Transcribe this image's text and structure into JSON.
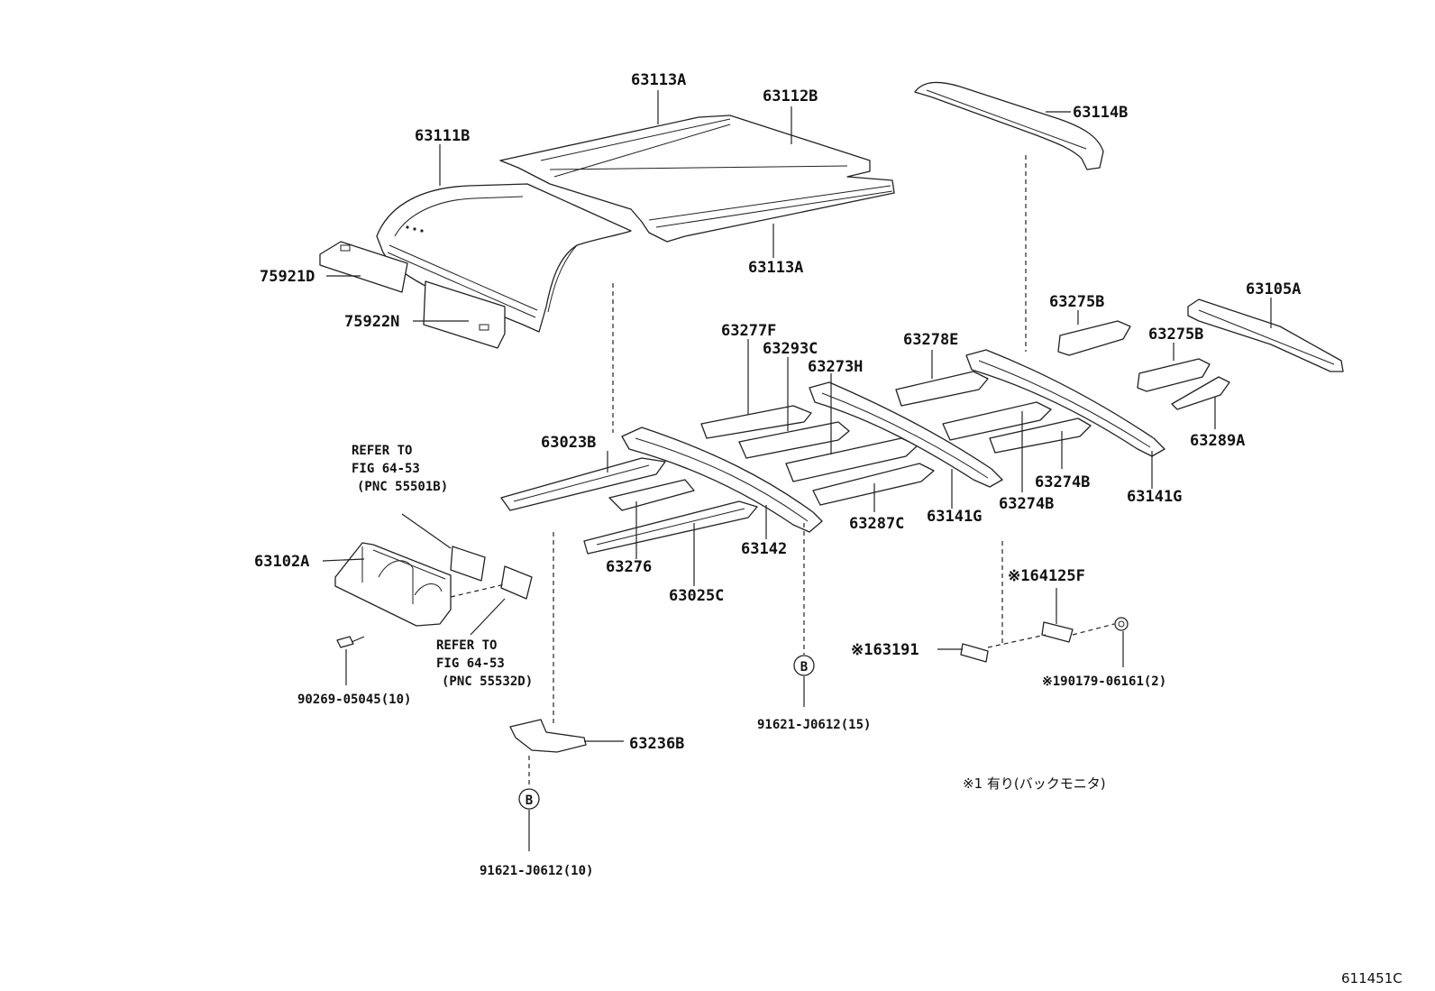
{
  "labels": {
    "p63113A_top": "63113A",
    "p63112B": "63112B",
    "p63114B": "63114B",
    "p63111B": "63111B",
    "p63113A_bottom": "63113A",
    "p75921D": "75921D",
    "p75922N": "75922N",
    "p63275B_a": "63275B",
    "p63105A": "63105A",
    "p63277F": "63277F",
    "p63293C": "63293C",
    "p63273H": "63273H",
    "p63278E": "63278E",
    "p63275B_b": "63275B",
    "p63289A": "63289A",
    "p63023B": "63023B",
    "p63274B_a": "63274B",
    "p63274B_b": "63274B",
    "p63141G_a": "63141G",
    "p63141G_b": "63141G",
    "p63287C": "63287C",
    "p63142": "63142",
    "p63276": "63276",
    "p63025C": "63025C",
    "p63102A": "63102A",
    "p64125F": "※164125F",
    "p63191": "※163191",
    "p90179": "※190179-06161(2)",
    "p90269": "90269-05045(10)",
    "p91621_15": "91621-J0612(15)",
    "p63236B": "63236B",
    "p91621_10": "91621-J0612(10)"
  },
  "refer_top": [
    "REFER TO",
    "FIG 64-53",
    "(PNC 55501B)"
  ],
  "refer_bottom": [
    "REFER TO",
    "FIG 64-53",
    "(PNC 55532D)"
  ],
  "callouts": {
    "b1": "B",
    "b2": "B"
  },
  "note": "※1 有り(バックモニタ)",
  "figure_code": "611451C"
}
